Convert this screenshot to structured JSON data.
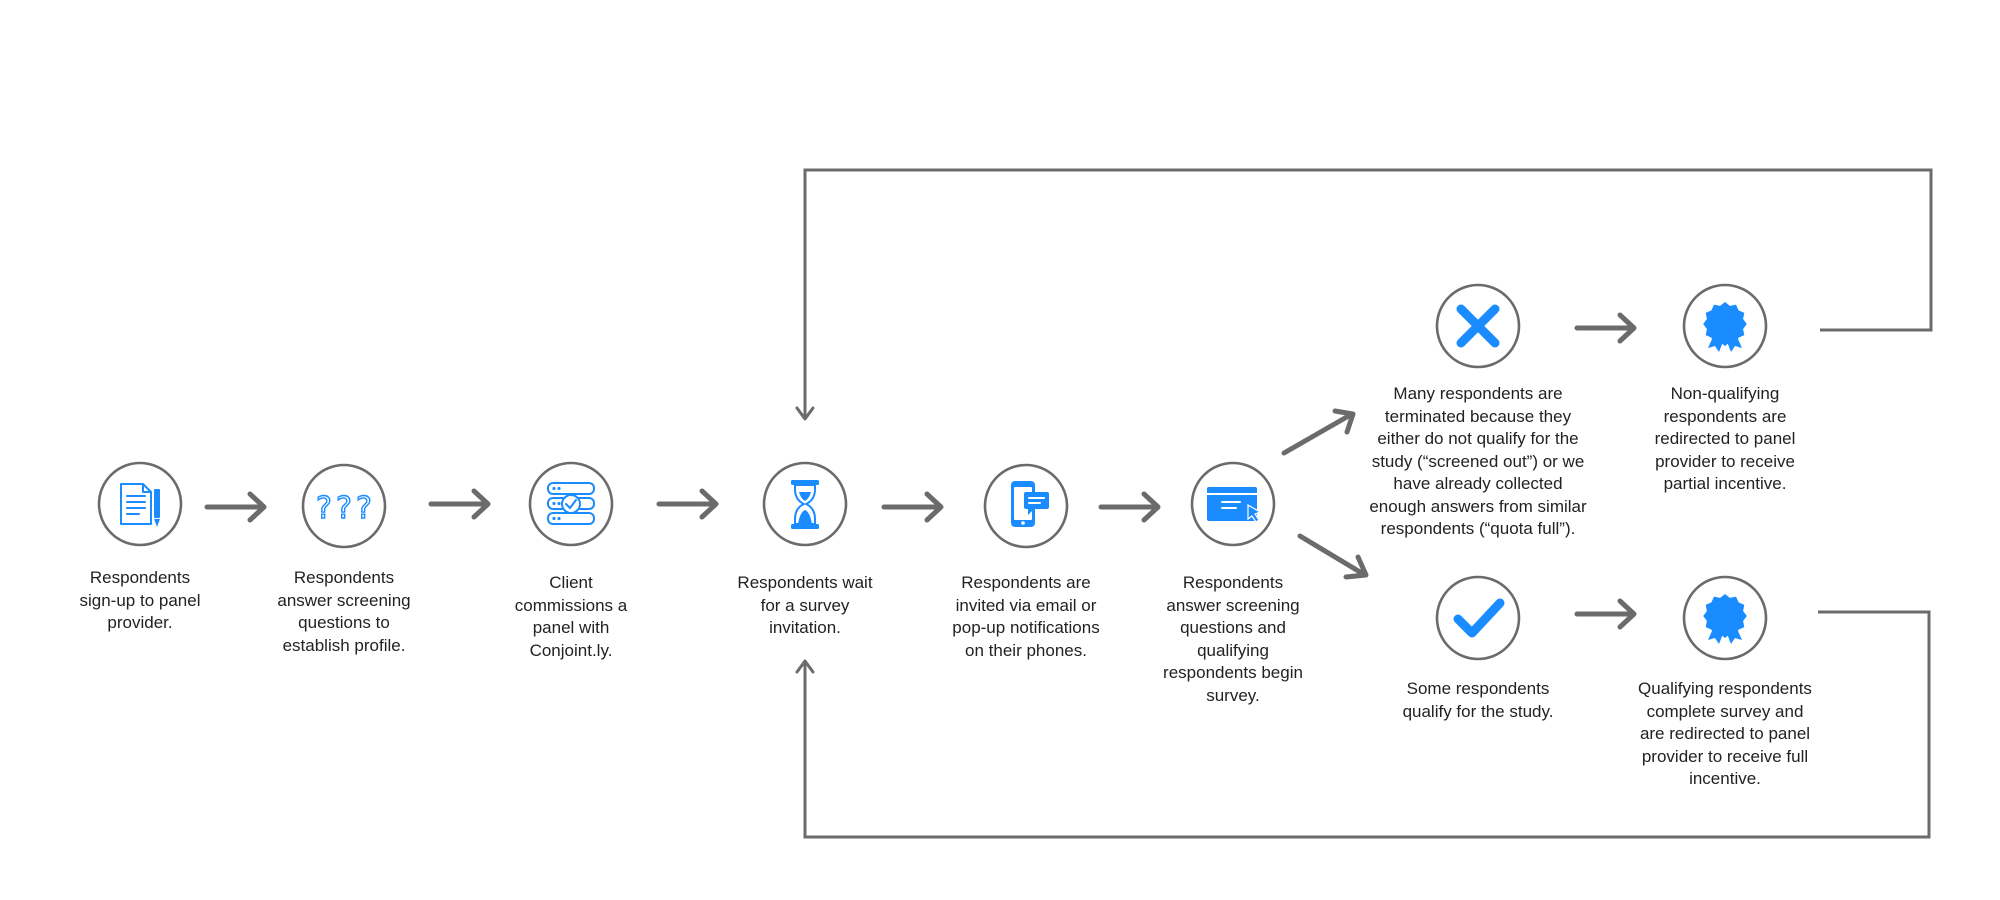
{
  "colors": {
    "accent": "#1a8cff",
    "stroke": "#6b6b6b",
    "text": "#222222",
    "background": "#ffffff"
  },
  "steps": [
    {
      "id": "signup",
      "icon": "document-pen-icon",
      "label": "Respondents\nsign-up to panel\nprovider."
    },
    {
      "id": "profile",
      "icon": "question-marks-icon",
      "label": "Respondents\nanswer screening\nquestions to\nestablish profile."
    },
    {
      "id": "commission",
      "icon": "server-check-icon",
      "label": "Client\ncommissions a\npanel with\nConjoint.ly."
    },
    {
      "id": "wait",
      "icon": "hourglass-icon",
      "label": "Respondents wait\nfor a survey\ninvitation."
    },
    {
      "id": "invite",
      "icon": "phone-notification-icon",
      "label": "Respondents are\ninvited via email or\npop-up notifications\non their phones."
    },
    {
      "id": "screening",
      "icon": "browser-click-icon",
      "label": "Respondents\nanswer screening\nquestions and\nqualifying\nrespondents begin\nsurvey."
    },
    {
      "id": "terminated",
      "icon": "cross-icon",
      "label": "Many respondents are\nterminated because they\neither do not qualify for the\nstudy (“screened out”) or we\nhave already collected\nenough  answers from similar\nrespondents (“quota full”)."
    },
    {
      "id": "partial",
      "icon": "award-ribbon-icon",
      "label": "Non-qualifying\nrespondents are\nredirected to panel\nprovider to receive\npartial incentive."
    },
    {
      "id": "qualified",
      "icon": "checkmark-icon",
      "label": "Some respondents\nqualify for the study."
    },
    {
      "id": "full",
      "icon": "award-ribbon-icon",
      "label": "Qualifying respondents\ncomplete survey and\nare redirected to panel\nprovider to receive full\nincentive."
    }
  ],
  "connections": [
    {
      "from": "signup",
      "to": "profile"
    },
    {
      "from": "profile",
      "to": "commission"
    },
    {
      "from": "commission",
      "to": "wait"
    },
    {
      "from": "wait",
      "to": "invite"
    },
    {
      "from": "invite",
      "to": "screening"
    },
    {
      "from": "screening",
      "to": "terminated"
    },
    {
      "from": "screening",
      "to": "qualified"
    },
    {
      "from": "terminated",
      "to": "partial"
    },
    {
      "from": "qualified",
      "to": "full"
    },
    {
      "from": "partial",
      "to": "wait"
    },
    {
      "from": "full",
      "to": "wait"
    }
  ]
}
